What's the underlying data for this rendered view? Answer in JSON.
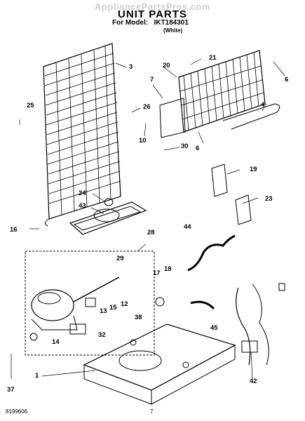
{
  "watermark": "AppliancePartsPros.com",
  "title": "UNIT PARTS",
  "model_label": "For Model:",
  "model_number": "IKT184301",
  "variant": "(White)",
  "callouts": [
    "1",
    "3",
    "4",
    "6",
    "6",
    "7",
    "10",
    "12",
    "13",
    "14",
    "15",
    "16",
    "17",
    "18",
    "19",
    "20",
    "21",
    "23",
    "24",
    "25",
    "26",
    "28",
    "29",
    "30",
    "32",
    "37",
    "38",
    "42",
    "43",
    "44",
    "45"
  ],
  "footer": {
    "doc_number": "8199606",
    "page_number": "7"
  }
}
